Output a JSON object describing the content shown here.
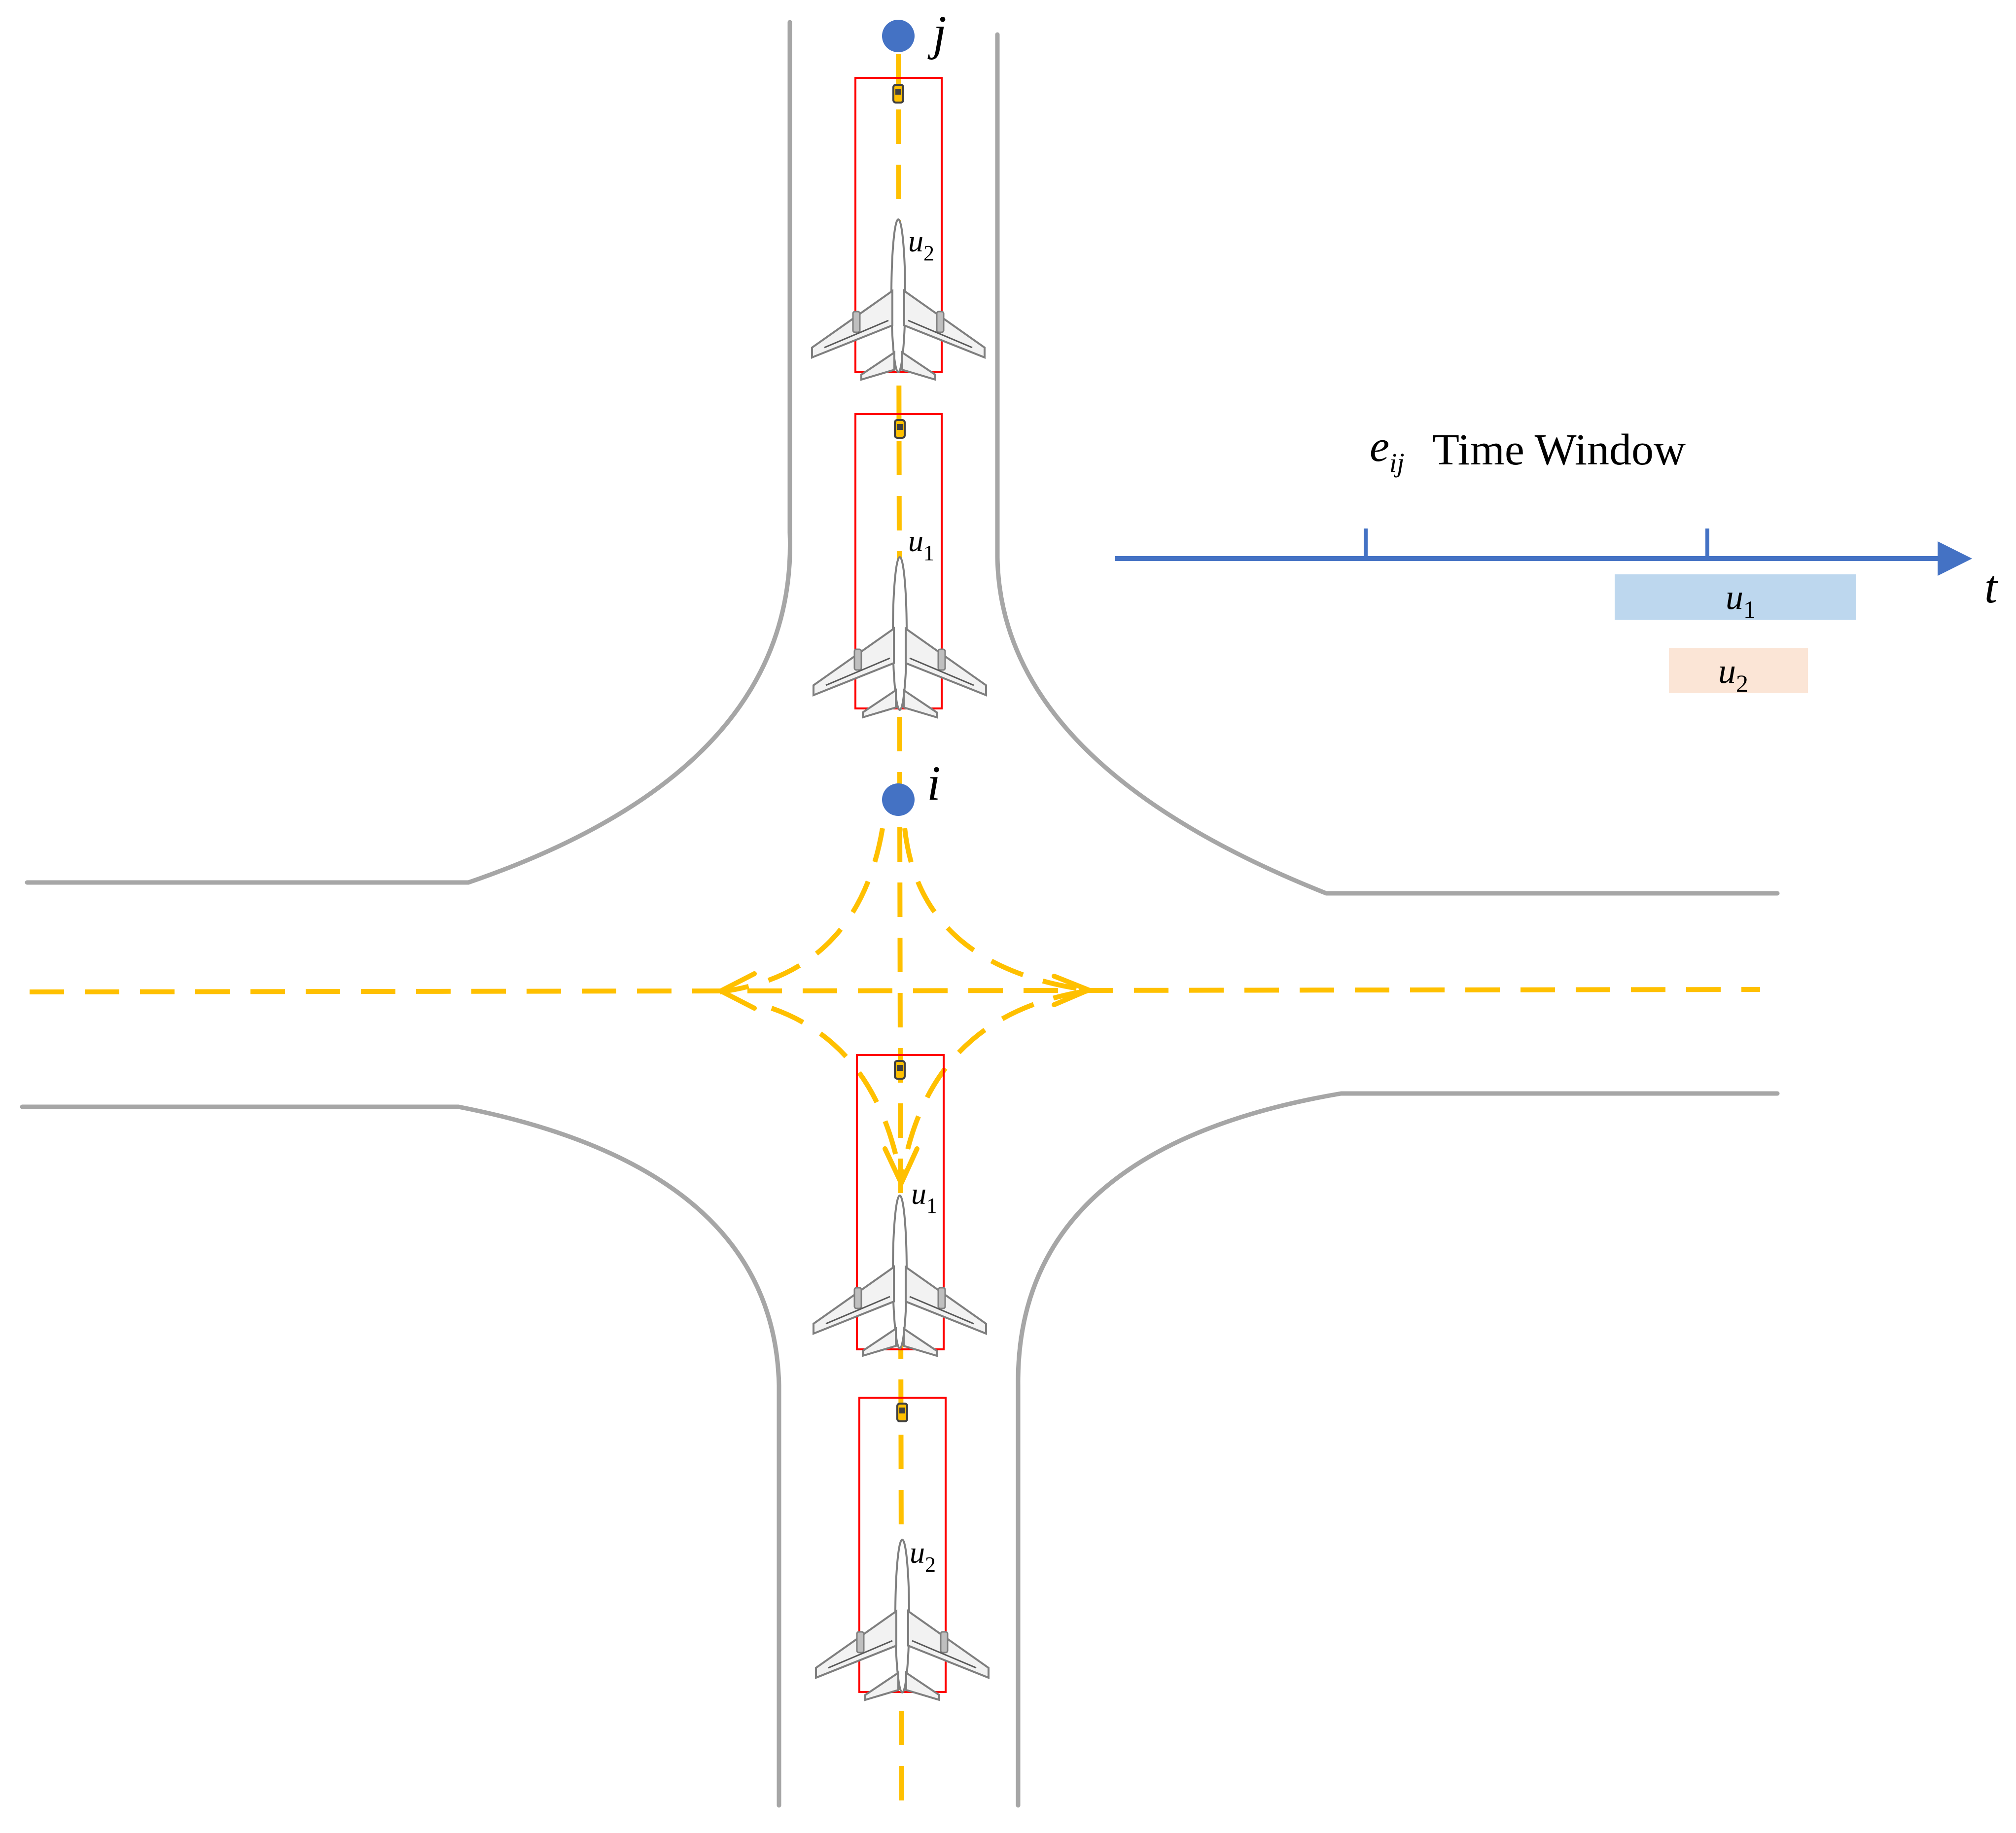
{
  "nodes": {
    "j": {
      "label": "j"
    },
    "i": {
      "label": "i"
    }
  },
  "aircraft_labels": {
    "upper_u2": {
      "base": "u",
      "sub": "2"
    },
    "upper_u1": {
      "base": "u",
      "sub": "1"
    },
    "lower_u1": {
      "base": "u",
      "sub": "1"
    },
    "lower_u2": {
      "base": "u",
      "sub": "2"
    }
  },
  "time_window": {
    "edge_label": {
      "base": "e",
      "sub": "ij"
    },
    "title": "Time Window",
    "axis_label": "t",
    "bars": [
      {
        "base": "u",
        "sub": "1",
        "color": "#bdd7ee"
      },
      {
        "base": "u",
        "sub": "2",
        "color": "#fbe5d6"
      }
    ]
  },
  "colors": {
    "road_edge": "#a6a6a6",
    "taxi_path": "#ffc000",
    "node": "#4472c4",
    "axis": "#4472c4",
    "safety_box": "#ff0000"
  },
  "icons": {
    "aircraft": "airplane-icon",
    "tug": "towing-vehicle-icon"
  }
}
